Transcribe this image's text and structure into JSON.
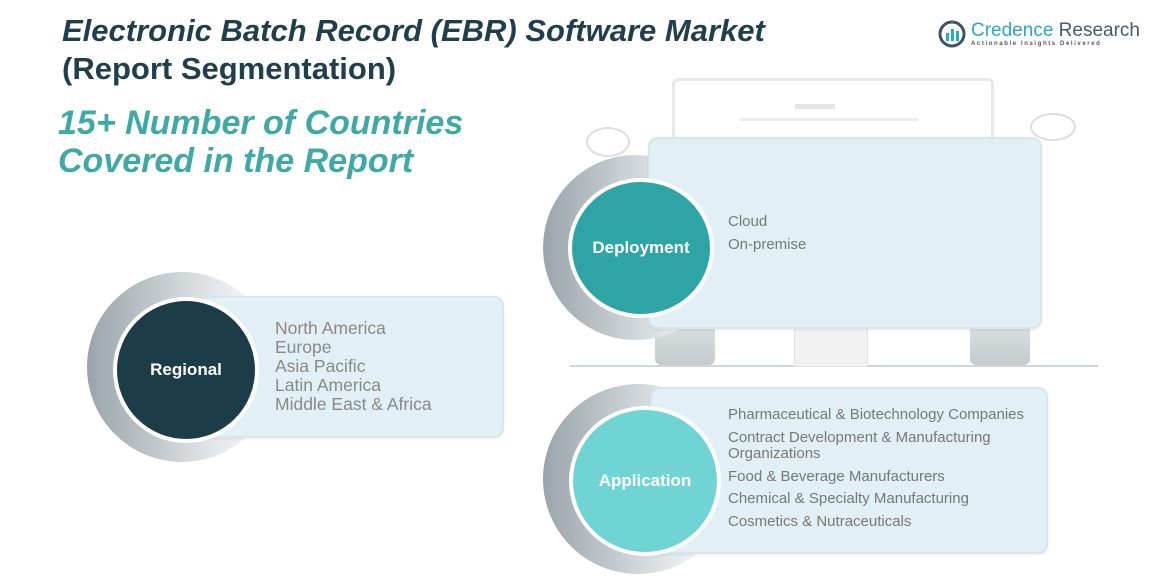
{
  "header": {
    "title_part1": "Electronic Batch Record (EBR) Software Market ",
    "title_part2": "(Report Segmentation)",
    "subtitle_line1": "15+ Number of Countries",
    "subtitle_line2": "Covered in the Report"
  },
  "logo": {
    "name1": "Credence",
    "name2": " Research",
    "tagline": "Actionable Insights Delivered"
  },
  "segments": {
    "regional": {
      "label": "Regional",
      "items": [
        "North America",
        "Europe",
        "Asia Pacific",
        "Latin America",
        "Middle East & Africa"
      ]
    },
    "deployment": {
      "label": "Deployment",
      "items": [
        "Cloud",
        "On-premise"
      ]
    },
    "application": {
      "label": "Application",
      "items": [
        "Pharmaceutical & Biotechnology Companies",
        "Contract Development & Manufacturing Organizations",
        "Food & Beverage Manufacturers",
        "Chemical & Specialty Manufacturing",
        "Cosmetics & Nutraceuticals"
      ]
    }
  },
  "colors": {
    "regional": "#1c3d47",
    "deployment": "#2fa4a4",
    "application": "#70d4d4",
    "panel": "#e2f0f5"
  }
}
